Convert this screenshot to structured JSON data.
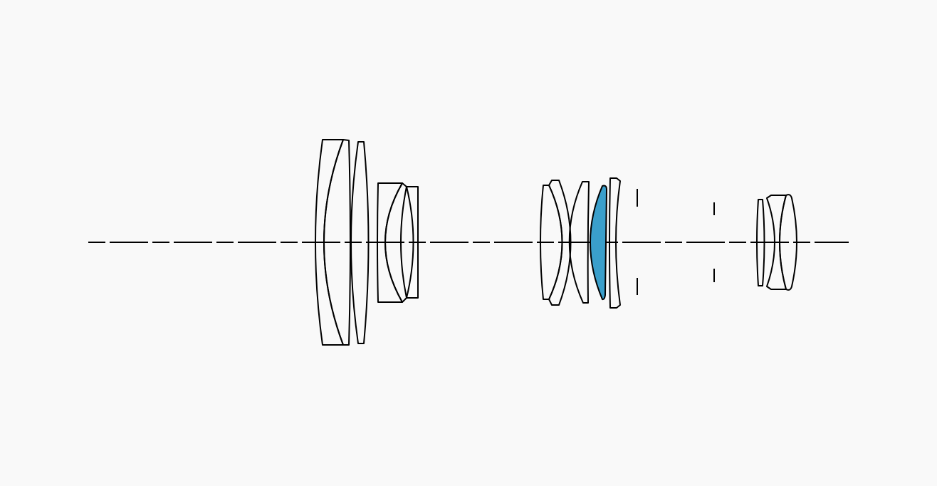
{
  "colors": {
    "background": "#f9f9f9",
    "outline": "#000000",
    "highlight_element": "#3a9fcb"
  },
  "diagram": {
    "type": "lens-layout",
    "groups": [
      {
        "name": "front-group",
        "elements": 6
      },
      {
        "name": "middle-group",
        "elements": 5,
        "highlighted_element_index": 3
      },
      {
        "name": "rear-group",
        "elements": 3
      }
    ],
    "aperture_stops": 2
  }
}
